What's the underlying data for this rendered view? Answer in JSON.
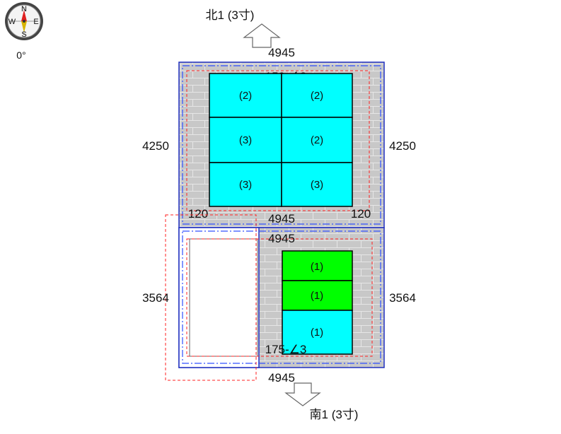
{
  "compass": {
    "directions": {
      "n": "N",
      "s": "S",
      "w": "W",
      "e": "E"
    },
    "rotation": "0°"
  },
  "north": {
    "label": "北1 (3寸)",
    "width": "4945",
    "height_left": "4250",
    "height_right": "4250",
    "spec": "150-∠3",
    "margin_left": "120",
    "margin_right": "120",
    "bottom_width": "4945",
    "panels": [
      {
        "label": "(2)",
        "color": "#00ffff"
      },
      {
        "label": "(2)",
        "color": "#00ffff"
      },
      {
        "label": "(3)",
        "color": "#00ffff"
      },
      {
        "label": "(2)",
        "color": "#00ffff"
      },
      {
        "label": "(3)",
        "color": "#00ffff"
      },
      {
        "label": "(3)",
        "color": "#00ffff"
      }
    ]
  },
  "south": {
    "label": "南1 (3寸)",
    "width_top": "4945",
    "width_bottom": "4945",
    "height_left": "3564",
    "height_right": "3564",
    "spec": "175-∠3",
    "panels": [
      {
        "label": "(1)",
        "color": "#00ff00"
      },
      {
        "label": "(1)",
        "color": "#00ff00"
      },
      {
        "label": "(1)",
        "color": "#00ffff"
      }
    ]
  },
  "colors": {
    "roof": "#c8c8c8",
    "brick_line": "#e6e6e6",
    "outline_blue": "#2030c0",
    "dash_red": "#ff2020",
    "dashdot_blue": "#3050ff"
  }
}
